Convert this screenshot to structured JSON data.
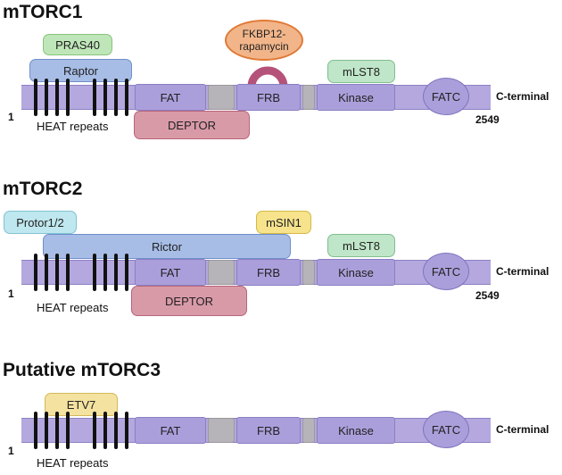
{
  "mtorc1": {
    "title": "mTORC1",
    "pras40": "PRAS40",
    "raptor": "Raptor",
    "fkbp_line1": "FKBP12-",
    "fkbp_line2": "rapamycin",
    "mlst8": "mLST8",
    "fat": "FAT",
    "frb": "FRB",
    "kinase": "Kinase",
    "fatc": "FATC",
    "deptor": "DEPTOR",
    "heat": "HEAT repeats",
    "start": "1",
    "end": "2549",
    "cterm": "C-terminal"
  },
  "mtorc2": {
    "title": "mTORC2",
    "protor": "Protor1/2",
    "rictor": "Rictor",
    "msin1": "mSIN1",
    "mlst8": "mLST8",
    "fat": "FAT",
    "frb": "FRB",
    "kinase": "Kinase",
    "fatc": "FATC",
    "deptor": "DEPTOR",
    "heat": "HEAT repeats",
    "start": "1",
    "end": "2549",
    "cterm": "C-terminal"
  },
  "mtorc3": {
    "title": "Putative mTORC3",
    "etv7": "ETV7",
    "fat": "FAT",
    "frb": "FRB",
    "kinase": "Kinase",
    "fatc": "FATC",
    "heat": "HEAT repeats",
    "start": "1",
    "cterm": "C-terminal"
  },
  "colors": {
    "bar": "#b4a8df",
    "domain": "#ab9fdb",
    "raptor": "#a7bde6",
    "pras40": "#bfe6b8",
    "deptor": "#d99aa8",
    "fkbp": "#f2b58a",
    "mlst8": "#bfe6c8",
    "protor": "#bfe7ef",
    "msin1": "#f6e38c",
    "etv7": "#f4e2a0"
  }
}
